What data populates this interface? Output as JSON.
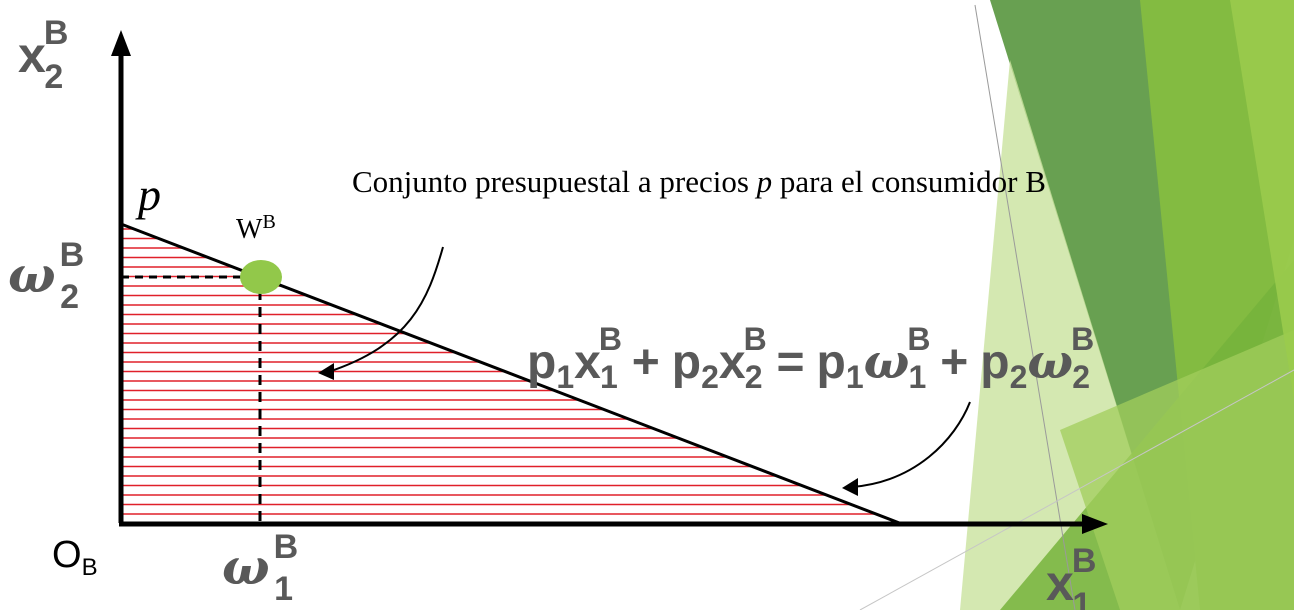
{
  "diagram": {
    "axes": {
      "x_label_base": "x",
      "x_label_sub": "1",
      "x_label_sup": "B",
      "y_label_base": "x",
      "y_label_sub": "2",
      "y_label_sup": "B",
      "origin_base": "O",
      "origin_sub": "B"
    },
    "price_label": "p",
    "endowment": {
      "label_base": "W",
      "label_sup": "B",
      "x_label_base": "ω",
      "x_label_sub": "1",
      "x_label_sup": "B",
      "y_label_base": "ω",
      "y_label_sub": "2",
      "y_label_sup": "B",
      "point_color": "#92c84a"
    },
    "annotation": {
      "prefix": "Conjunto presupuestal a precios ",
      "italic": "p",
      "suffix": " para el consumidor B"
    },
    "equation": {
      "t1": "p",
      "t1_sub": "1",
      "t2": "x",
      "t2_sub": "1",
      "t2_sup": "B",
      "plus1": "+",
      "t3": "p",
      "t3_sub": "2",
      "t4": "x",
      "t4_sub": "2",
      "t4_sup": "B",
      "eq": "=",
      "t5": "p",
      "t5_sub": "1",
      "t6": "ω",
      "t6_sub": "1",
      "t6_sup": "B",
      "plus2": "+",
      "t7": "p",
      "t7_sub": "2",
      "t8": "ω",
      "t8_sub": "2",
      "t8_sup": "B"
    },
    "colors": {
      "hatch": "#e0202a",
      "axis": "#000000",
      "label_gray": "#595959",
      "green_dark": "#4e8f32",
      "green_mid": "#76b33c",
      "green_light": "#c9e29d"
    }
  }
}
